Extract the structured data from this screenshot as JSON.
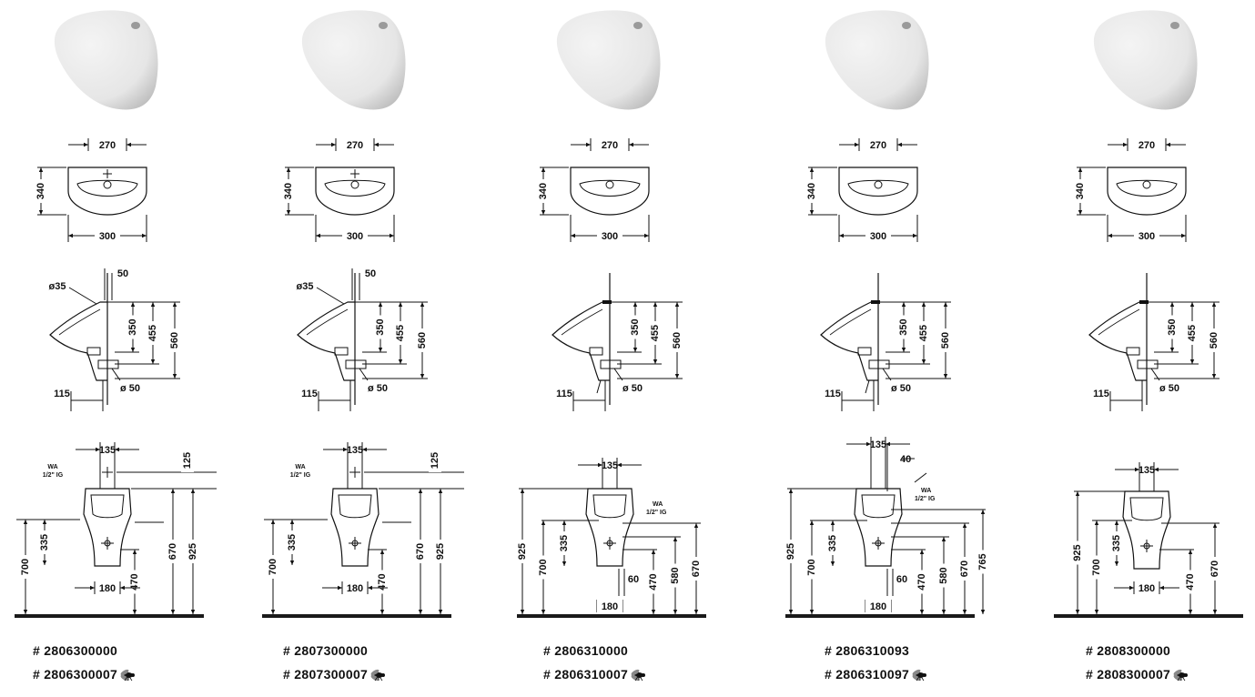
{
  "products": [
    {
      "variant": "A",
      "codes": [
        {
          "text": "# 2806300000",
          "fly": false
        },
        {
          "text": "# 2806300007",
          "fly": true
        }
      ],
      "top": {
        "w_top": "270",
        "h": "340",
        "w_bottom": "300"
      },
      "side": {
        "d_inlet": "ø35",
        "offset": "50",
        "h1": "350",
        "h2": "455",
        "h3": "560",
        "depth": "115",
        "d_outlet": "ø 50"
      },
      "front": {
        "d_center": "135",
        "d_top": "125",
        "wa": "WA",
        "wa2": "1/2\" IG",
        "h_side": "335",
        "h_floor": "700",
        "w_base": "180",
        "h_470": "470",
        "h_670": "670",
        "h_925": "925"
      }
    },
    {
      "variant": "A",
      "codes": [
        {
          "text": "# 2807300000",
          "fly": false
        },
        {
          "text": "# 2807300007",
          "fly": true
        }
      ],
      "top": {
        "w_top": "270",
        "h": "340",
        "w_bottom": "300"
      },
      "side": {
        "d_inlet": "ø35",
        "offset": "50",
        "h1": "350",
        "h2": "455",
        "h3": "560",
        "depth": "115",
        "d_outlet": "ø 50"
      },
      "front": {
        "d_center": "135",
        "d_top": "125",
        "wa": "WA",
        "wa2": "1/2\" IG",
        "h_side": "335",
        "h_floor": "700",
        "w_base": "180",
        "h_470": "470",
        "h_670": "670",
        "h_925": "925"
      }
    },
    {
      "variant": "B",
      "codes": [
        {
          "text": "# 2806310000",
          "fly": false
        },
        {
          "text": "# 2806310007",
          "fly": true
        }
      ],
      "top": {
        "w_top": "270",
        "h": "340",
        "w_bottom": "300"
      },
      "side": {
        "h1": "350",
        "h2": "455",
        "h3": "560",
        "depth": "115",
        "d_outlet": "ø 50"
      },
      "front": {
        "d_center": "135",
        "wa": "WA",
        "wa2": "1/2\" IG",
        "h_925": "925",
        "h_700": "700",
        "h_side": "335",
        "h_470": "470",
        "h_580": "580",
        "h_670": "670",
        "d_60": "60",
        "w_base": "180"
      }
    },
    {
      "variant": "C",
      "codes": [
        {
          "text": "# 2806310093",
          "fly": false
        },
        {
          "text": "# 2806310097",
          "fly": true
        }
      ],
      "top": {
        "w_top": "270",
        "h": "340",
        "w_bottom": "300"
      },
      "side": {
        "h1": "350",
        "h2": "455",
        "h3": "560",
        "depth": "115",
        "d_outlet": "ø 50"
      },
      "front": {
        "d_center": "135",
        "d_40": "40",
        "wa": "WA",
        "wa2": "1/2\" IG",
        "h_925": "925",
        "h_700": "700",
        "h_side": "335",
        "h_470": "470",
        "h_580": "580",
        "h_670": "670",
        "h_765": "765",
        "d_60": "60",
        "w_base": "180"
      }
    },
    {
      "variant": "D",
      "codes": [
        {
          "text": "# 2808300000",
          "fly": false
        },
        {
          "text": "# 2808300007",
          "fly": true
        }
      ],
      "top": {
        "w_top": "270",
        "h": "340",
        "w_bottom": "300"
      },
      "side": {
        "h1": "350",
        "h2": "455",
        "h3": "560",
        "depth": "115",
        "d_outlet": "ø 50"
      },
      "front": {
        "d_center": "135",
        "h_925": "925",
        "h_700": "700",
        "h_side": "335",
        "h_470": "470",
        "h_670": "670",
        "w_base": "180"
      }
    }
  ],
  "colors": {
    "ink": "#111111",
    "ceramic": "#e6e6e6",
    "ceramic_shade": "#bdbdbd",
    "floor": "#1a1a1a"
  },
  "icons": {
    "fly": "fly-icon"
  }
}
